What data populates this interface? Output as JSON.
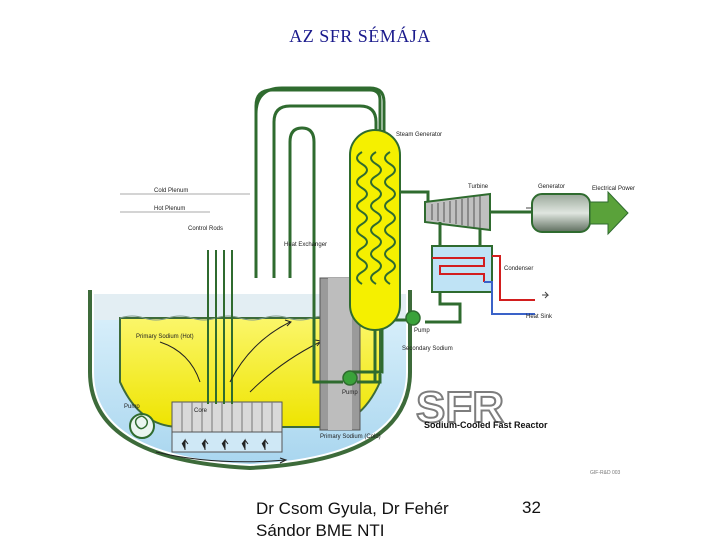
{
  "slide": {
    "title": "AZ SFR SÉMÁJA",
    "author_line1": "Dr Csom Gyula, Dr Fehér",
    "author_line2": "Sándor BME NTI",
    "page_number": "32"
  },
  "diagram": {
    "labels": {
      "cold_plenum": "Cold Plenum",
      "hot_plenum": "Hot Plenum",
      "control_rods": "Control Rods",
      "heat_exchanger": "Heat Exchanger",
      "steam_generator": "Steam Generator",
      "turbine": "Turbine",
      "generator": "Generator",
      "electrical_power": "Electrical Power",
      "condenser": "Condenser",
      "heat_sink": "Heat Sink",
      "pump_top": "Pump",
      "secondary_sodium": "Secondary Sodium",
      "pump_bottom": "Pump",
      "primary_sodium_hot": "Primary Sodium (Hot)",
      "core": "Core",
      "pump_left": "Pump",
      "primary_sodium_cold": "Primary Sodium (Cold)",
      "logo": "SFR",
      "subtitle": "Sodium-Cooled Fast Reactor",
      "credit": "GIF-R&D 003"
    },
    "colors": {
      "hot_sodium": "#f5f000",
      "cold_sodium": "#bfe3f5",
      "vessel": "#3d6b3a",
      "piping": "#2f6b2f",
      "steam_red": "#d21e1e",
      "cold_blue": "#3a62c8",
      "power_arrow": "#5aa23a"
    }
  }
}
